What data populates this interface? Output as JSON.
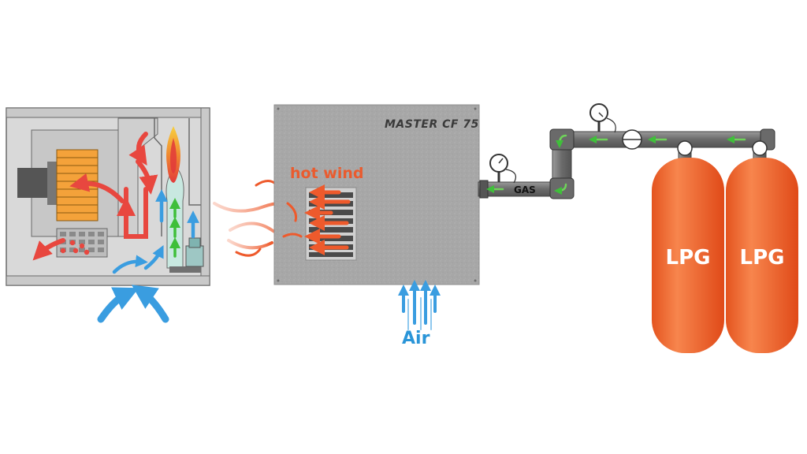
{
  "product_label": "MASTER CF 75",
  "labels": {
    "hot_wind": "hot wind",
    "air": "Air",
    "gas": "GAS",
    "tank_1": "LPG",
    "tank_2": "LPG"
  },
  "colors": {
    "hot": "#e8473f",
    "hot_orange": "#ee6a34",
    "cold": "#3a9de0",
    "gas_flow": "#6fd35a",
    "tank": "#f26a32",
    "pipe": "#7a7a7a",
    "heater_body": "#a9a9a9"
  },
  "icons": [
    "pressure-gauge-icon",
    "valve-icon",
    "flame-icon",
    "fan-icon"
  ]
}
